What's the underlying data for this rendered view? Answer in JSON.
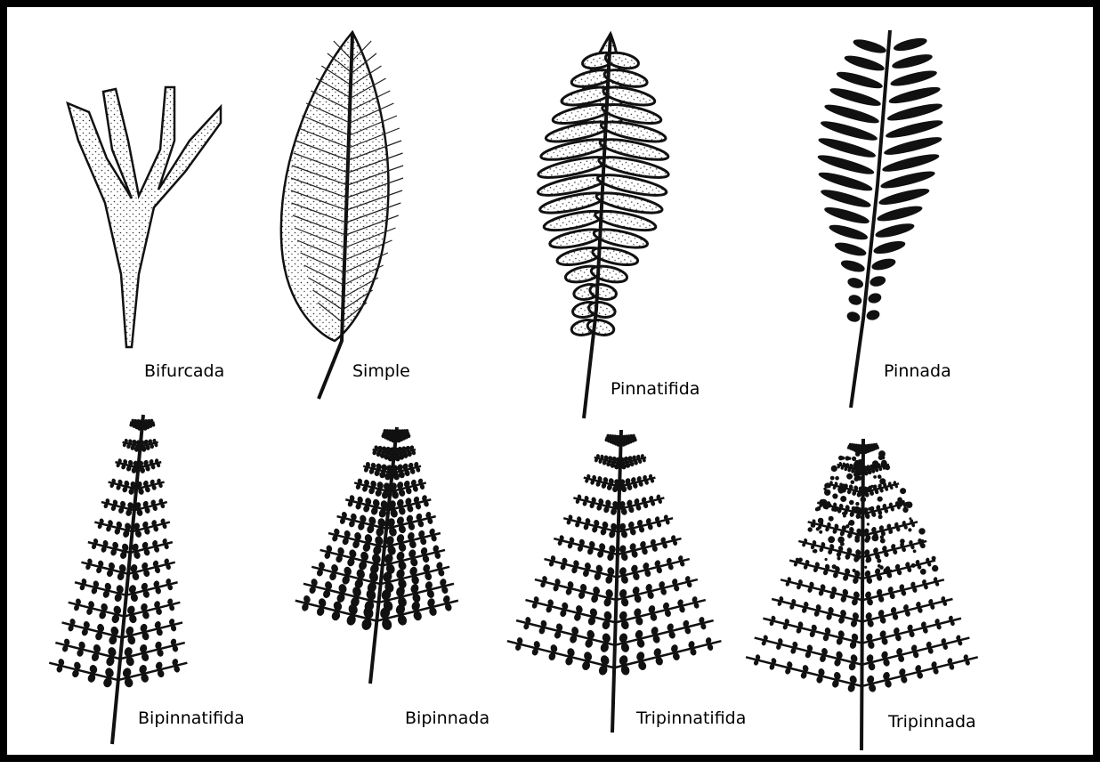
{
  "leaves": [
    {
      "label": "Bifurcada"
    },
    {
      "label": "Simple"
    },
    {
      "label": "Pinnatifida"
    },
    {
      "label": "Pinnada"
    },
    {
      "label": "Bipinnatifida"
    },
    {
      "label": "Bipinnada"
    },
    {
      "label": "Tripinnatifida"
    },
    {
      "label": "Tripinnada"
    }
  ],
  "colors": {
    "frame": "#000000",
    "ink": "#111111",
    "paper": "#ffffff"
  }
}
